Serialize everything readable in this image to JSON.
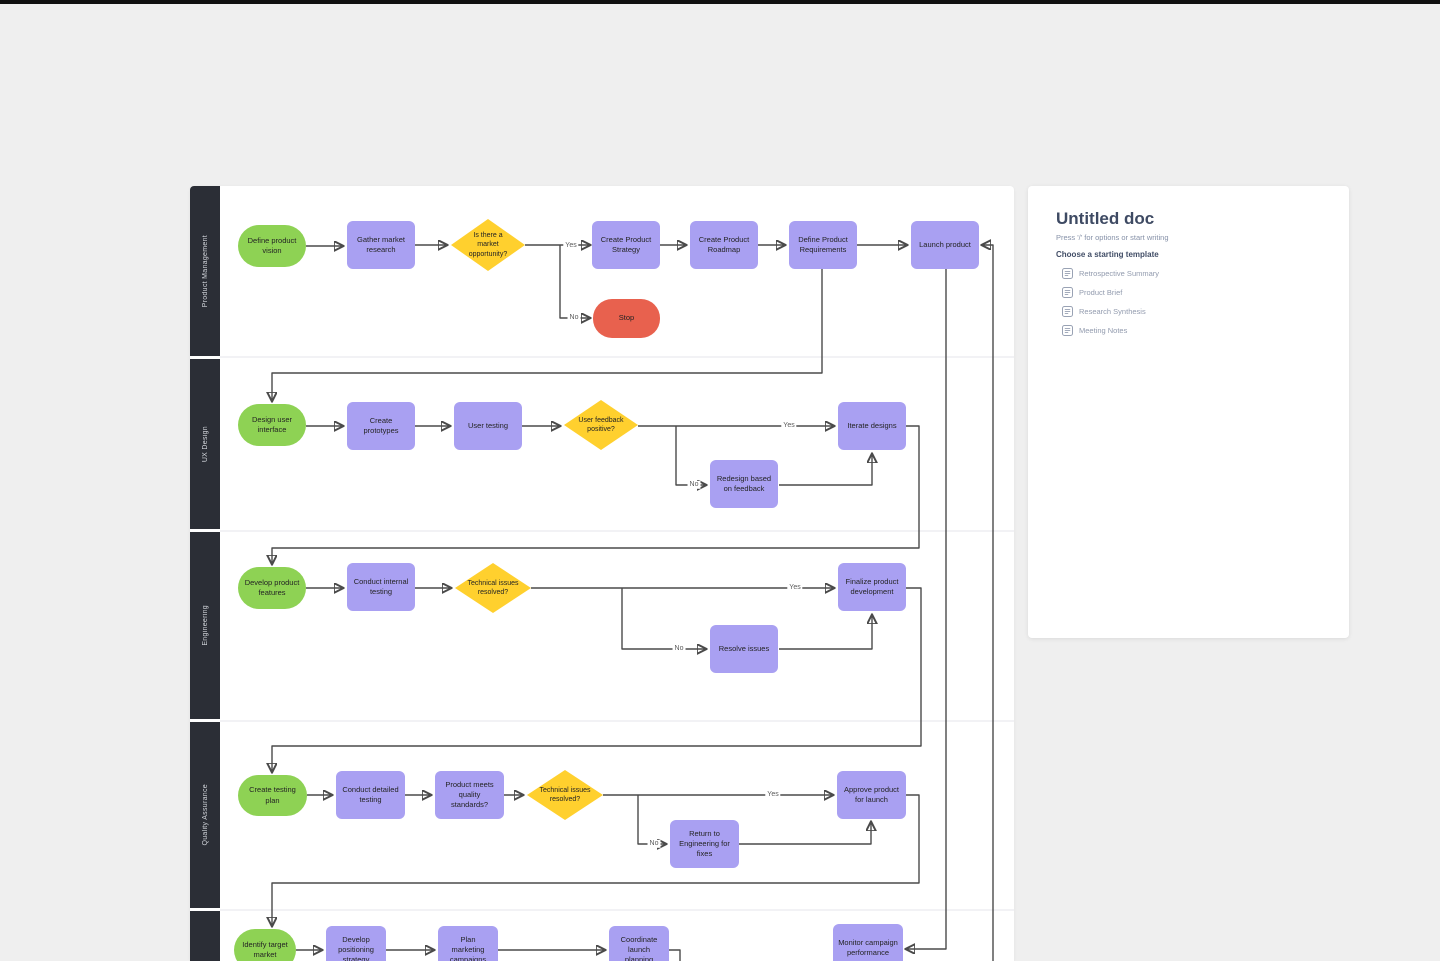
{
  "window": {
    "topbar_color": "#101010",
    "background": "#efefef"
  },
  "flowchart": {
    "colors": {
      "start_green": "#8ed254",
      "process_purple": "#a9a0f2",
      "decision_yellow": "#ffd02e",
      "stop_red": "#e8614e",
      "lane_strip": "#2b2e36",
      "connector": "#4a4a4a"
    },
    "edge_labels": {
      "yes": "Yes",
      "no": "No"
    },
    "lanes": [
      {
        "label": "Product Management",
        "nodes": [
          {
            "id": "define-product-vision",
            "type": "start",
            "label": "Define product vision"
          },
          {
            "id": "gather-market-research",
            "type": "process",
            "label": "Gather market research"
          },
          {
            "id": "market-opportunity",
            "type": "decision",
            "label": "Is there a market opportunity?"
          },
          {
            "id": "create-product-strategy",
            "type": "process",
            "label": "Create Product Strategy"
          },
          {
            "id": "create-product-roadmap",
            "type": "process",
            "label": "Create  Product Roadmap"
          },
          {
            "id": "define-product-requirements",
            "type": "process",
            "label": "Define Product Requirements"
          },
          {
            "id": "launch-product",
            "type": "process",
            "label": "Launch product"
          },
          {
            "id": "stop",
            "type": "stop",
            "label": "Stop"
          }
        ]
      },
      {
        "label": "UX Design",
        "nodes": [
          {
            "id": "design-user-interface",
            "type": "start",
            "label": "Design user interface"
          },
          {
            "id": "create-prototypes",
            "type": "process",
            "label": "Create prototypes"
          },
          {
            "id": "user-testing",
            "type": "process",
            "label": "User testing"
          },
          {
            "id": "user-feedback-positive",
            "type": "decision",
            "label": "User feedback positive?"
          },
          {
            "id": "iterate-designs",
            "type": "process",
            "label": "Iterate designs"
          },
          {
            "id": "redesign-based-on-feedback",
            "type": "process",
            "label": "Redesign based on feedback"
          }
        ]
      },
      {
        "label": "Engineering",
        "nodes": [
          {
            "id": "develop-product-features",
            "type": "start",
            "label": "Develop product features"
          },
          {
            "id": "conduct-internal-testing",
            "type": "process",
            "label": "Conduct internal testing"
          },
          {
            "id": "technical-issues-resolved-eng",
            "type": "decision",
            "label": "Technical issues resolved?"
          },
          {
            "id": "finalize-product-development",
            "type": "process",
            "label": "Finalize product development"
          },
          {
            "id": "resolve-issues",
            "type": "process",
            "label": "Resolve issues"
          }
        ]
      },
      {
        "label": "Quality Assurance",
        "nodes": [
          {
            "id": "create-testing-plan",
            "type": "start",
            "label": "Create testing plan"
          },
          {
            "id": "conduct-detailed-testing",
            "type": "process",
            "label": "Conduct detailed testing"
          },
          {
            "id": "product-meets-quality-standards",
            "type": "process",
            "label": "Product meets quality standards?"
          },
          {
            "id": "technical-issues-resolved-qa",
            "type": "decision",
            "label": "Technical issues resolved?"
          },
          {
            "id": "approve-product-for-launch",
            "type": "process",
            "label": "Approve product for launch"
          },
          {
            "id": "return-to-engineering-for-fixes",
            "type": "process",
            "label": "Return to Engineering for fixes"
          }
        ]
      },
      {
        "label": "",
        "nodes": [
          {
            "id": "identify-target-market",
            "type": "start",
            "label": "Identify target market"
          },
          {
            "id": "develop-positioning-strategy",
            "type": "process",
            "label": "Develop positioning strategy"
          },
          {
            "id": "plan-marketing-campaigns",
            "type": "process",
            "label": "Plan marketing campaigns"
          },
          {
            "id": "coordinate-launch-planning",
            "type": "process",
            "label": "Coordinate launch planning"
          },
          {
            "id": "monitor-campaign-performance",
            "type": "process",
            "label": "Monitor campaign performance"
          }
        ]
      }
    ]
  },
  "document_panel": {
    "title": "Untitled doc",
    "hint": "Press '/' for options or start writing",
    "templates_heading": "Choose a starting template",
    "templates": [
      {
        "label": "Retrospective Summary",
        "icon": "document-icon"
      },
      {
        "label": "Product Brief",
        "icon": "document-icon"
      },
      {
        "label": "Research Synthesis",
        "icon": "document-icon"
      },
      {
        "label": "Meeting Notes",
        "icon": "document-icon"
      }
    ]
  }
}
